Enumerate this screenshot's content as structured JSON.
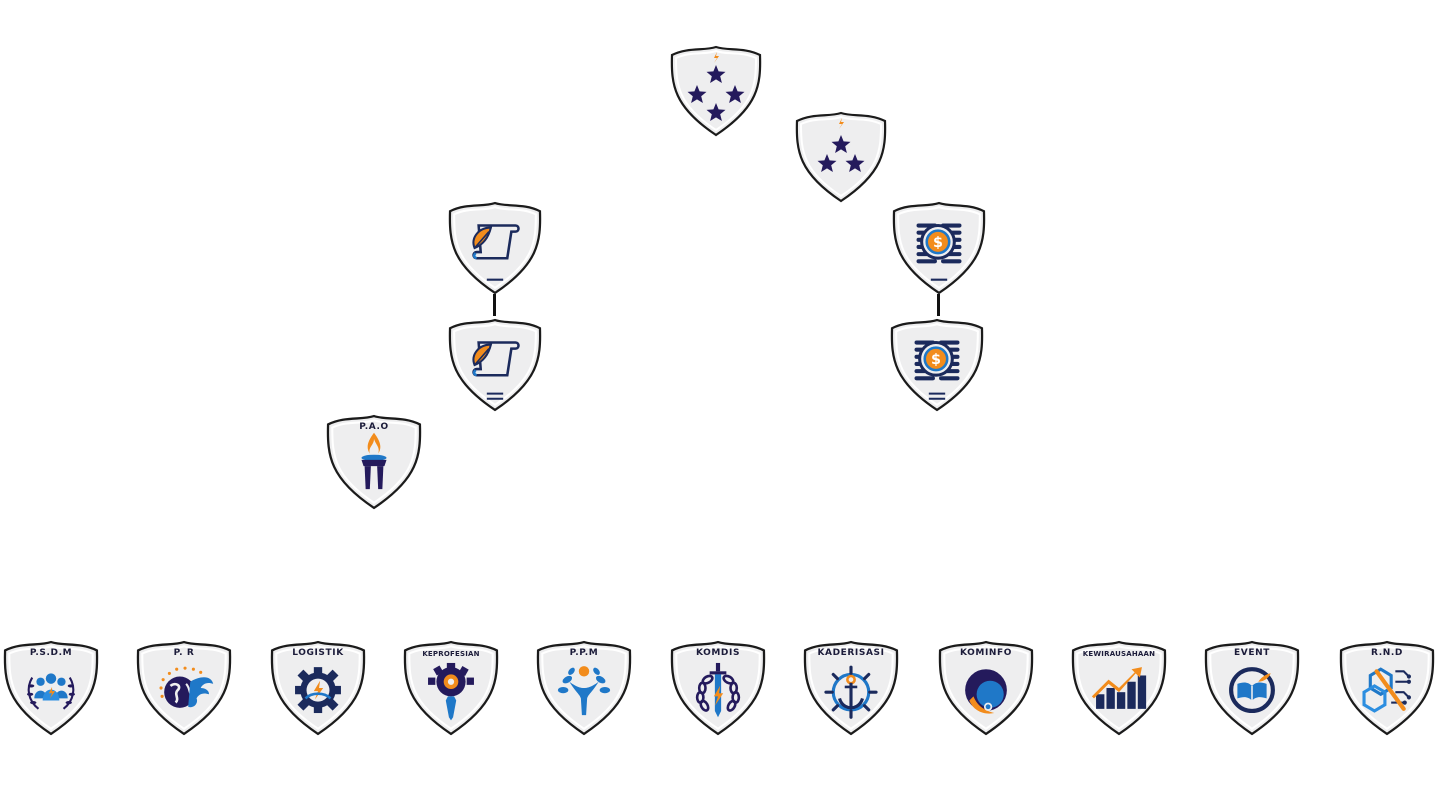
{
  "colors": {
    "navy": "#241a5c",
    "blue": "#1f78c8",
    "orange": "#f28c1c",
    "shield": "#eeeeef",
    "outline": "#1b1b1b"
  },
  "top_badges": [
    {
      "icon": "four-stars-icon"
    },
    {
      "icon": "three-stars-icon"
    },
    {
      "icon": "scroll-quill-icon"
    },
    {
      "icon": "scroll-quill-icon"
    },
    {
      "icon": "coin-stack-icon"
    },
    {
      "icon": "coin-stack-icon"
    }
  ],
  "pao": {
    "label": "P.A.O",
    "icon": "torch-icon"
  },
  "divisions": [
    {
      "label": "P.S.D.M",
      "icon": "people-laurel-icon"
    },
    {
      "label": "P. R",
      "icon": "globe-wing-icon"
    },
    {
      "label": "LOGISTIK",
      "icon": "gear-bolt-icon"
    },
    {
      "label": "KEPROFESIAN",
      "icon": "gear-tie-icon"
    },
    {
      "label": "P.P.M",
      "icon": "person-tree-icon"
    },
    {
      "label": "KOMDIS",
      "icon": "sword-chain-icon"
    },
    {
      "label": "KADERISASI",
      "icon": "anchor-wheel-icon"
    },
    {
      "label": "KOMINFO",
      "icon": "kominfo-icon"
    },
    {
      "label": "KEWIRAUSAHAAN",
      "icon": "bar-chart-icon"
    },
    {
      "label": "EVENT",
      "icon": "open-book-icon"
    },
    {
      "label": "R.N.D",
      "icon": "circuit-cube-icon"
    }
  ]
}
